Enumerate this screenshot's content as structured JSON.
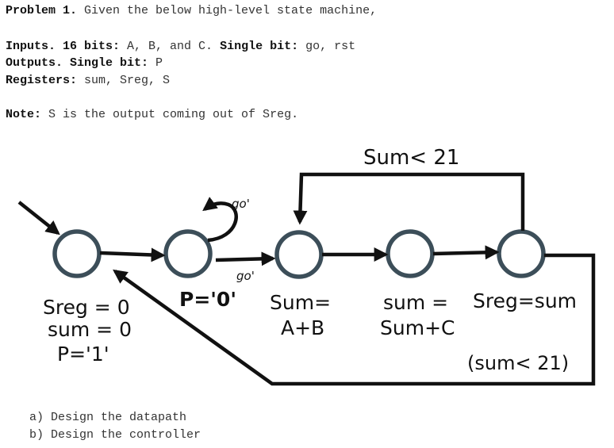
{
  "problem": {
    "label": "Problem 1.",
    "text": " Given the below high-level state machine,"
  },
  "inputs": {
    "label": "Inputs.",
    "bits16_label": " 16 bits:",
    "bits16": " A, B, and C.",
    "single_label": " Single bit:",
    "single": " go, rst"
  },
  "outputs": {
    "label": "Outputs. Single bit:",
    "value": " P"
  },
  "registers": {
    "label": "Registers:",
    "value": " sum, Sreg, S"
  },
  "note": {
    "label": "Note:",
    "text": " S is the output coming out of Sreg."
  },
  "diagram": {
    "top_loop_label": "Sum< 21",
    "self_loop_label": "go'",
    "transition_label": "go'",
    "s0": [
      "Sreg = 0",
      "sum = 0",
      "P='1'"
    ],
    "s1": [
      "P='0'"
    ],
    "s2": [
      "Sum=",
      "A+B"
    ],
    "s3": [
      "sum =",
      "Sum+C"
    ],
    "s4": [
      "Sreg=sum"
    ],
    "back_label": "(sum< 21)"
  },
  "questions": {
    "a": "a) Design the datapath",
    "b": "b) Design the controller"
  }
}
